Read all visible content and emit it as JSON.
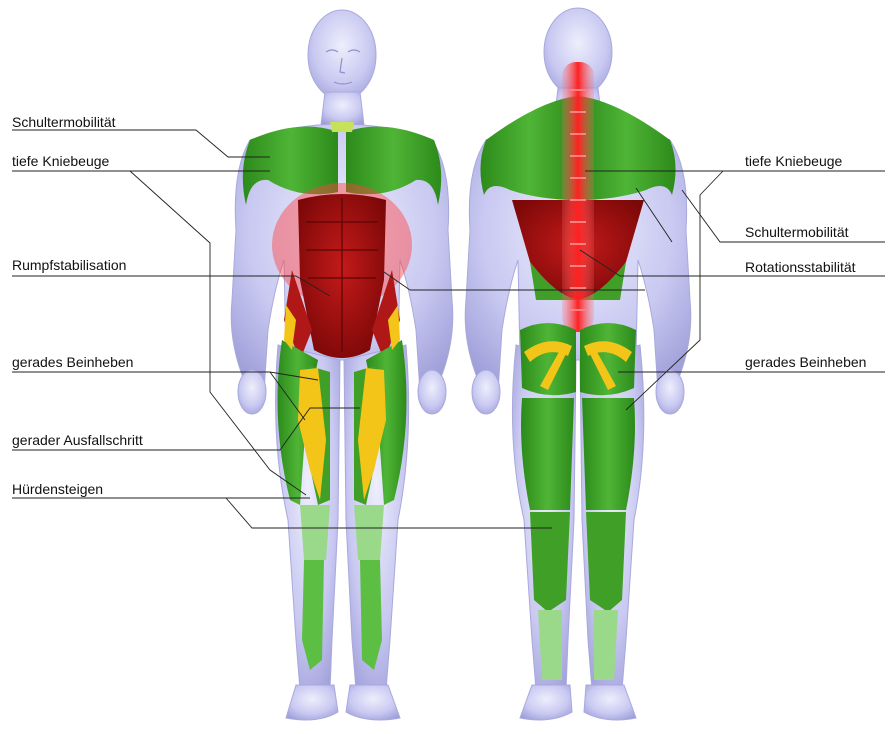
{
  "colors": {
    "skin": "#c9c9f2",
    "skin_shade": "#9d9dd8",
    "green": "#3fa327",
    "green_light": "#9ad88a",
    "red": "#b11212",
    "red_bright": "#ff3a3a",
    "yellow": "#f2c518",
    "line": "#222222"
  },
  "labels_left": {
    "shoulder": "Schultermobilität",
    "squat": "tiefe Kniebeuge",
    "core": "Rumpfstabilisation",
    "slr": "gerades Beinheben",
    "lunge": "gerader Ausfallschritt",
    "hurdle": "Hürdensteigen"
  },
  "labels_right": {
    "squat": "tiefe Kniebeuge",
    "shoulder": "Schultermobilität",
    "rotation": "Rotationsstabilität",
    "slr": "gerades Beinheben"
  },
  "icons": {
    "front_body": "human-front-figure",
    "back_body": "human-back-figure"
  }
}
